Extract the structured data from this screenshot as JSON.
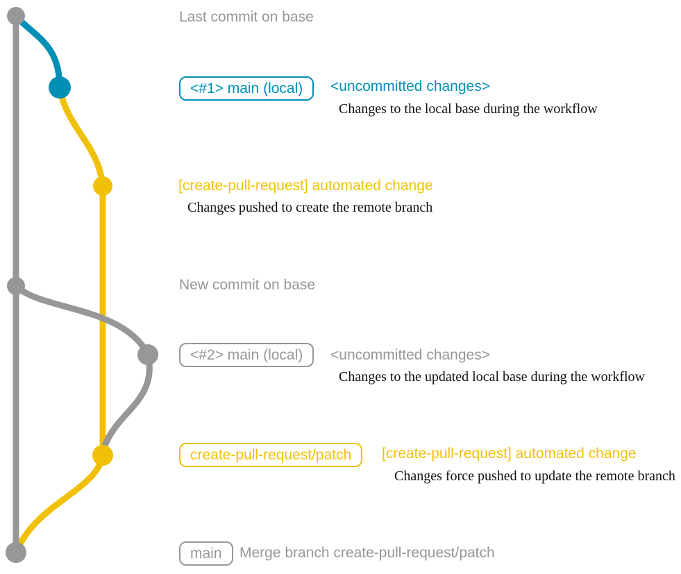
{
  "colors": {
    "gray": "#979797",
    "blue": "#008fb5",
    "yellow": "#f1c109",
    "ink": "#111111",
    "bg": "#ffffff"
  },
  "graph": {
    "type": "git-branch-diagram",
    "branches": [
      {
        "name": "base",
        "color": "#979797"
      },
      {
        "name": "main (local)",
        "color": "#008fb5"
      },
      {
        "name": "create-pull-request/patch",
        "color": "#f1c109"
      }
    ]
  },
  "rows": {
    "last_commit": {
      "message": "Last commit on base"
    },
    "local_main_1": {
      "label": "<#1> main (local)",
      "message": "<uncommitted changes>",
      "note": "Changes to the local base during the workflow"
    },
    "pr_commit_1": {
      "message": "[create-pull-request] automated change",
      "note": "Changes pushed to create the remote branch"
    },
    "new_commit": {
      "message": "New commit on base"
    },
    "local_main_2": {
      "label": "<#2> main (local)",
      "message": "<uncommitted changes>",
      "note": "Changes to the updated local base during the workflow"
    },
    "pr_commit_2": {
      "label": "create-pull-request/patch",
      "message": "[create-pull-request] automated change",
      "note": "Changes force pushed to update the remote branch"
    },
    "merge_commit": {
      "label": "main",
      "message": "Merge branch create-pull-request/patch"
    }
  }
}
